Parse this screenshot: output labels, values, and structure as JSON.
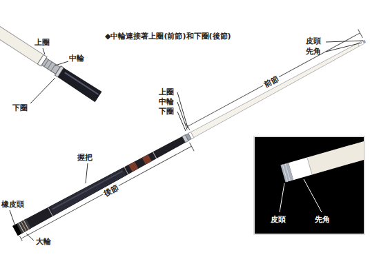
{
  "diagram": {
    "labels": [
      "◆中輪連接著上圈(前節)和下圈(後節)",
      "上圈",
      "中輪",
      "下圈",
      "皮頭",
      "先角",
      "上圈",
      "中輪",
      "下圈",
      "前節",
      "握把",
      "後節",
      "橡皮頭",
      "大輪",
      "皮頭",
      "先角"
    ]
  }
}
